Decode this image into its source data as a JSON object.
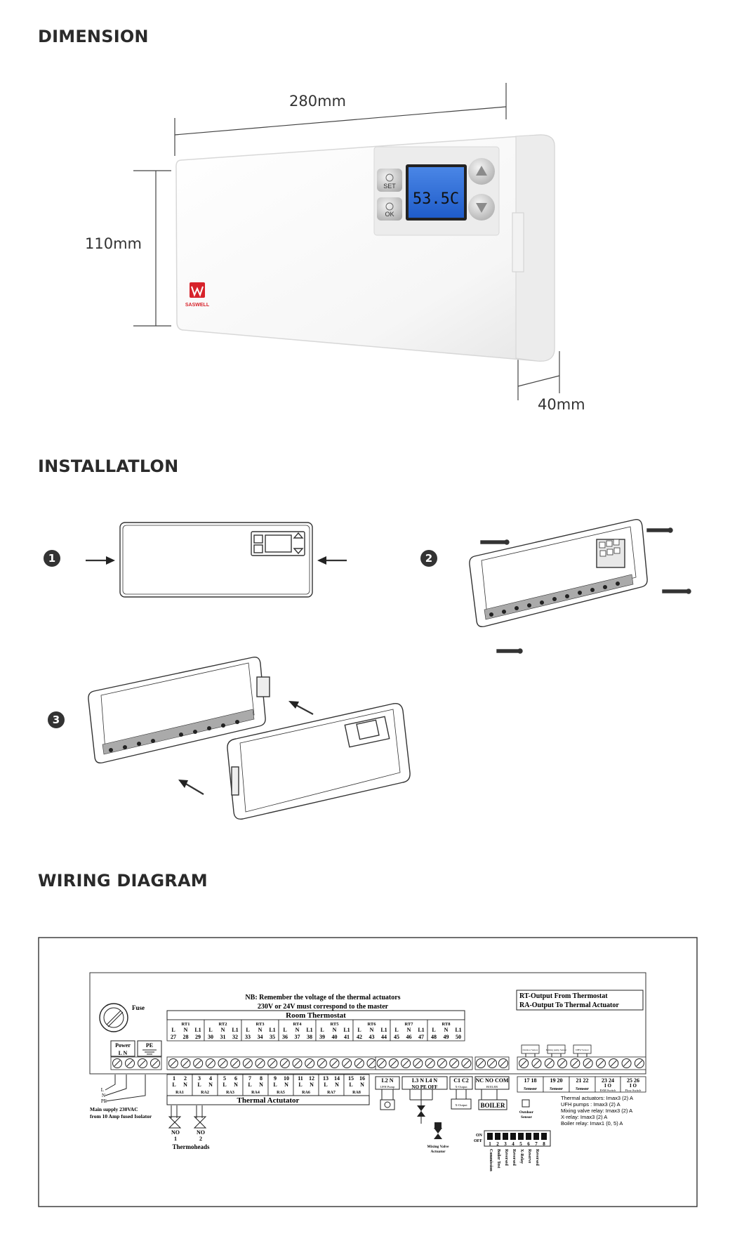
{
  "sections": {
    "dimension": "DIMENSION",
    "installation": "INSTALLATLON",
    "wiring": "WIRING DIAGRAM"
  },
  "dimension": {
    "width_label": "280mm",
    "height_label": "110mm",
    "depth_label": "40mm",
    "lcd_text": "53.5C",
    "btn_set": "SET",
    "btn_ok": "OK",
    "brand": "SASWELL"
  },
  "installation": {
    "steps": [
      "1",
      "2",
      "3"
    ]
  },
  "wiring": {
    "fuse_label": "Fuse",
    "nb_line1": "NB: Remember the voltage of the thermal actuators",
    "nb_line2": "230V or 24V must correspond to the master",
    "legend_rt": "RT-Output From Thermostat",
    "legend_ra": "RA-Output To Thermal Actuator",
    "room_thermostat": "Room Thermostat",
    "rt_groups": [
      {
        "name": "RT1",
        "terms": [
          "L",
          "N",
          "L1"
        ],
        "nums": [
          "27",
          "28",
          "29"
        ]
      },
      {
        "name": "RT2",
        "terms": [
          "L",
          "N",
          "L1"
        ],
        "nums": [
          "30",
          "31",
          "32"
        ]
      },
      {
        "name": "RT3",
        "terms": [
          "L",
          "N",
          "L1"
        ],
        "nums": [
          "33",
          "34",
          "35"
        ]
      },
      {
        "name": "RT4",
        "terms": [
          "L",
          "N",
          "L1"
        ],
        "nums": [
          "36",
          "37",
          "38"
        ]
      },
      {
        "name": "RT5",
        "terms": [
          "L",
          "N",
          "L1"
        ],
        "nums": [
          "39",
          "40",
          "41"
        ]
      },
      {
        "name": "RT6",
        "terms": [
          "L",
          "N",
          "L1"
        ],
        "nums": [
          "42",
          "43",
          "44"
        ]
      },
      {
        "name": "RT7",
        "terms": [
          "L",
          "N",
          "L1"
        ],
        "nums": [
          "45",
          "46",
          "47"
        ]
      },
      {
        "name": "RT8",
        "terms": [
          "L",
          "N",
          "L1"
        ],
        "nums": [
          "48",
          "49",
          "50"
        ]
      }
    ],
    "power_label": "Power",
    "power_terms": "L  N",
    "pe_label": "PE",
    "thermal_actuator": "Thermal Actutator",
    "ra_groups": [
      {
        "name": "RA1",
        "nums": [
          "1",
          "2"
        ]
      },
      {
        "name": "RA2",
        "nums": [
          "3",
          "4"
        ]
      },
      {
        "name": "RA3",
        "nums": [
          "5",
          "6"
        ]
      },
      {
        "name": "RA4",
        "nums": [
          "7",
          "8"
        ]
      },
      {
        "name": "RA5",
        "nums": [
          "9",
          "10"
        ]
      },
      {
        "name": "RA6",
        "nums": [
          "11",
          "12"
        ]
      },
      {
        "name": "RA7",
        "nums": [
          "13",
          "14"
        ]
      },
      {
        "name": "RA8",
        "nums": [
          "15",
          "16"
        ]
      }
    ],
    "ra_terms": [
      "L",
      "N"
    ],
    "mains_wires": [
      "L",
      "N",
      "PE"
    ],
    "main_supply_1": "Main supply 230VAC",
    "main_supply_2": "from 10 Amp fused Isolator",
    "no1": "NO",
    "no1b": "1",
    "no2": "NO",
    "no2b": "2",
    "thermoheads": "Thermoheads",
    "l2n": "L2  N",
    "ufh_pump": "UFH Pump",
    "l3_row": "L3  N  L4  N",
    "no_pe_off": "NO  PE  OFF",
    "c1c2": "C1  C2",
    "x_output": "X-Output",
    "nc_no_com": "NC NO COM",
    "boiler_small": "BOILER",
    "boiler": "BOILER",
    "mixing_valve_1": "Mixing Valve",
    "mixing_valve_2": "Actuator",
    "x_output_box": "X-Output",
    "outdoor_sensor_1": "Outdoor",
    "outdoor_sensor_2": "Sensor",
    "sensor_terms": [
      {
        "nums": "17   18",
        "label": "Sensor"
      },
      {
        "nums": "19   20",
        "label": "Sensor"
      },
      {
        "nums": "21   22",
        "label": "Sensor"
      }
    ],
    "sensor_tops": [
      "Outdoor Sensor",
      "Mixing pump Sensor",
      "DHW Sensor"
    ],
    "switch_terms": [
      {
        "nums": "23  24",
        "label": "ESM Switch"
      },
      {
        "nums": "25  26",
        "label": "Flow Switch"
      }
    ],
    "io": "I  O",
    "specs": [
      "Thermal actuators: Imax3 (2) A",
      "UFH pumps : Imax3 (2) A",
      "Mixing valve relay: Imax3 (2) A",
      "X-relay: Imax3 (2) A",
      "Boiler relay: Imax1 (0, 5) A"
    ],
    "dip_on": "ON",
    "dip_off": "OFF",
    "dip_nums": [
      "1",
      "2",
      "3",
      "4",
      "5",
      "6",
      "7",
      "8"
    ],
    "dip_labels": [
      "Commission",
      "Boiler Test",
      "Reversed",
      "Reversed",
      "X-Relay",
      "Reserve",
      "Reversed"
    ]
  }
}
